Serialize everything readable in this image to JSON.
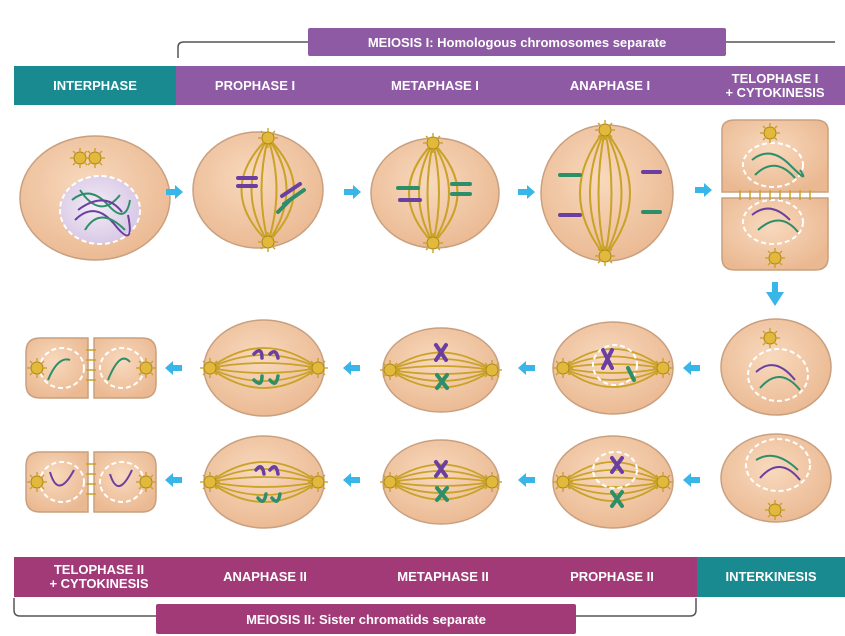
{
  "colors": {
    "teal": "#188a90",
    "purple": "#8d5aa3",
    "magenta": "#a23a78",
    "cell_fill": "#f3c8a6",
    "cell_edge": "#c9a07f",
    "spindle": "#c9a227",
    "chromosome_green": "#2f8e6a",
    "chromosome_purple": "#6b3fa0",
    "arrow_blue": "#38b6e8",
    "bracket": "#555555"
  },
  "meiosis_1": {
    "title": "MEIOSIS I:  Homologous chromosomes separate",
    "stages": {
      "interphase": "INTERPHASE",
      "prophase_1": "PROPHASE I",
      "metaphase_1": "METAPHASE I",
      "anaphase_1": "ANAPHASE I",
      "telophase_1_line1": "TELOPHASE I",
      "telophase_1_line2": "+ CYTOKINESIS"
    }
  },
  "meiosis_2": {
    "title": "MEIOSIS II:  Sister chromatids separate",
    "stages": {
      "telophase_2_line1": "TELOPHASE II",
      "telophase_2_line2": "+ CYTOKINESIS",
      "anaphase_2": "ANAPHASE II",
      "metaphase_2": "METAPHASE II",
      "prophase_2": "PROPHASE II",
      "interkinesis": "INTERKINESIS"
    }
  },
  "icons": {
    "arrow": "right-arrow-icon",
    "centrosome": "centrosome-icon"
  }
}
